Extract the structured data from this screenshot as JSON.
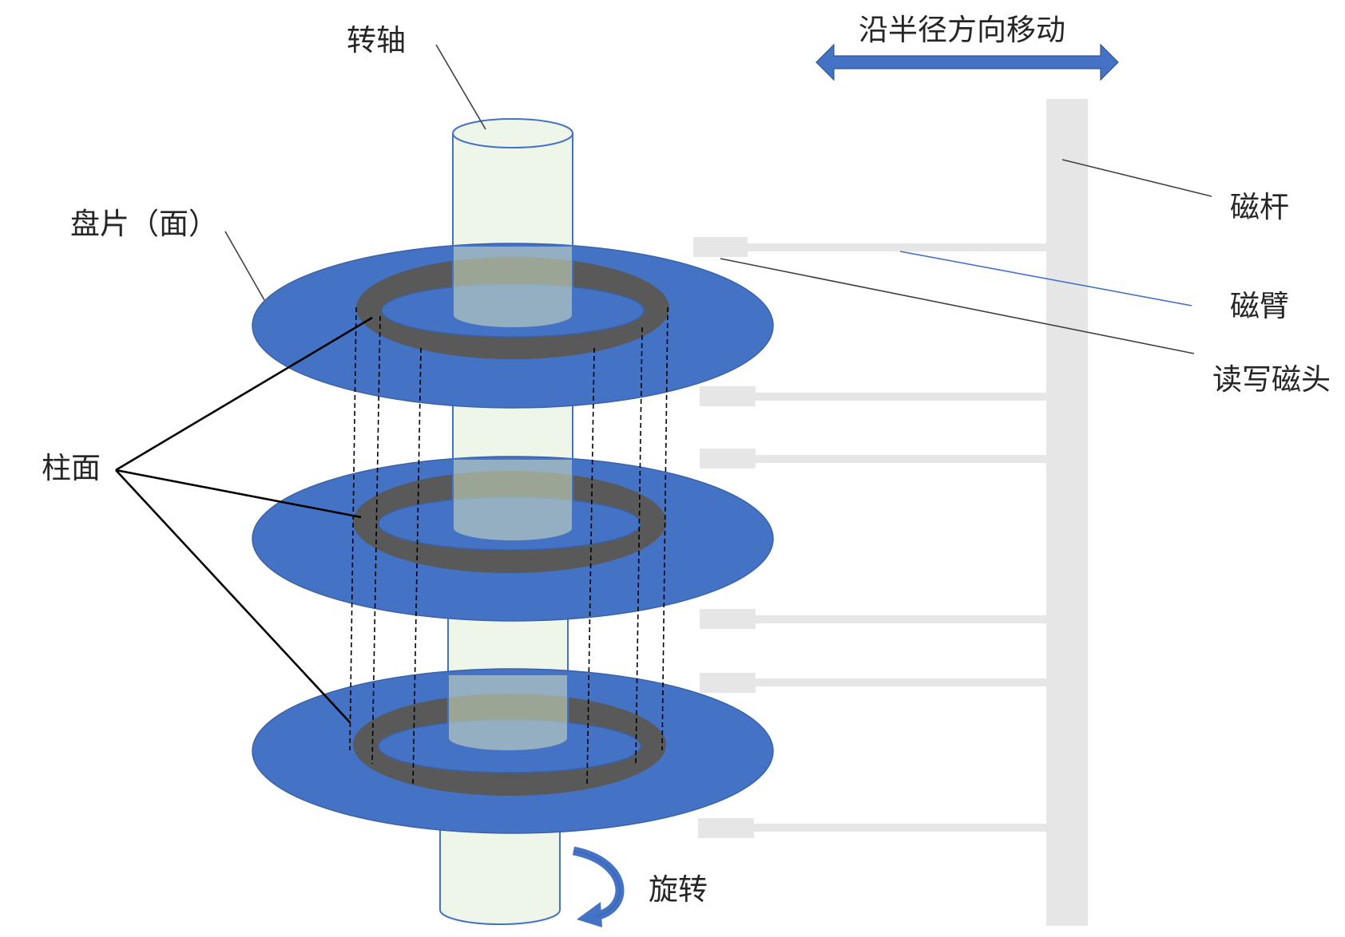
{
  "labels": {
    "spindle": "转轴",
    "platter": "盘片（面）",
    "cylinder": "柱面",
    "rotation": "旋转",
    "radial_move": "沿半径方向移动",
    "actuator_rod": "磁杆",
    "arm": "磁臂",
    "rw_head": "读写磁头"
  },
  "colors": {
    "platter": "#4472c4",
    "track": "#595959",
    "spindle_fill": "#eef6ea",
    "rod": "#e6e6e6",
    "arrow": "#4472c4",
    "leader_line": "#404040"
  },
  "icons": {
    "rotation": "curved-arrow-icon",
    "radial_move": "double-arrow-icon"
  }
}
